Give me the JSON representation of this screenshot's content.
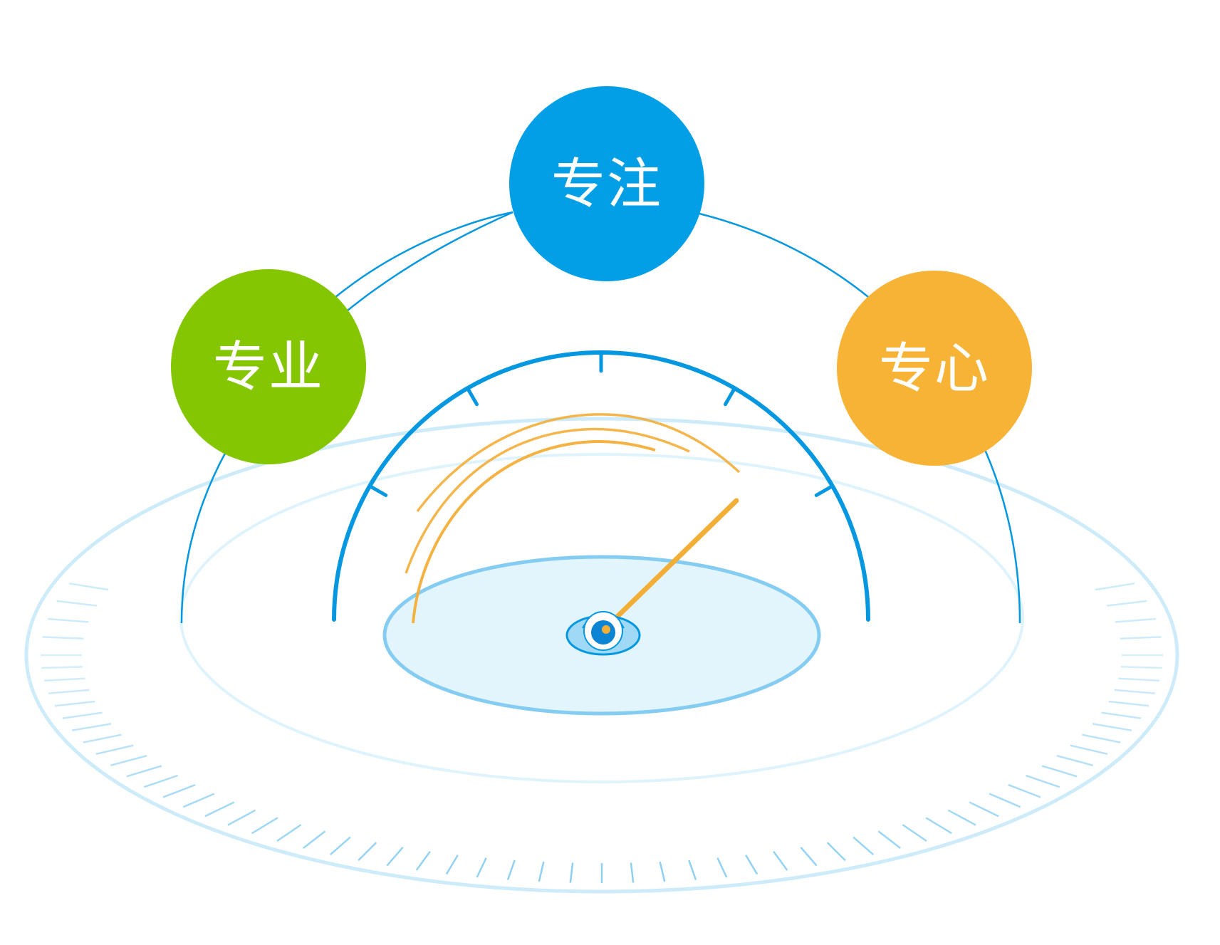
{
  "values": [
    {
      "id": "professional",
      "label": "专业",
      "color": "#85C602"
    },
    {
      "id": "focus",
      "label": "专注",
      "color": "#029FE7"
    },
    {
      "id": "dedication",
      "label": "专心",
      "color": "#F7B335"
    }
  ],
  "colors": {
    "main_blue": "#0598E0",
    "light_blue": "#8FD0F2",
    "pale_blue": "#DFF3FC",
    "ring_blue": "#CDEBF9",
    "orange": "#F3AE38"
  },
  "icons": {
    "center": "eye-icon"
  }
}
